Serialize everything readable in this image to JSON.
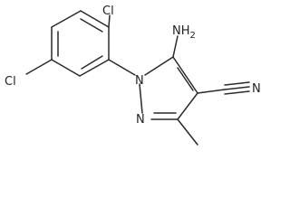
{
  "molecule": {
    "atom_labels": {
      "cl_top": "Cl",
      "cl_left": "Cl",
      "amine": "NH",
      "amine_subscript": "2",
      "n1": "N",
      "n2": "N",
      "nitrile_n": "N"
    },
    "colors": {
      "bond": "#2a2a2a",
      "text": "#222222",
      "background": "#ffffff"
    }
  }
}
